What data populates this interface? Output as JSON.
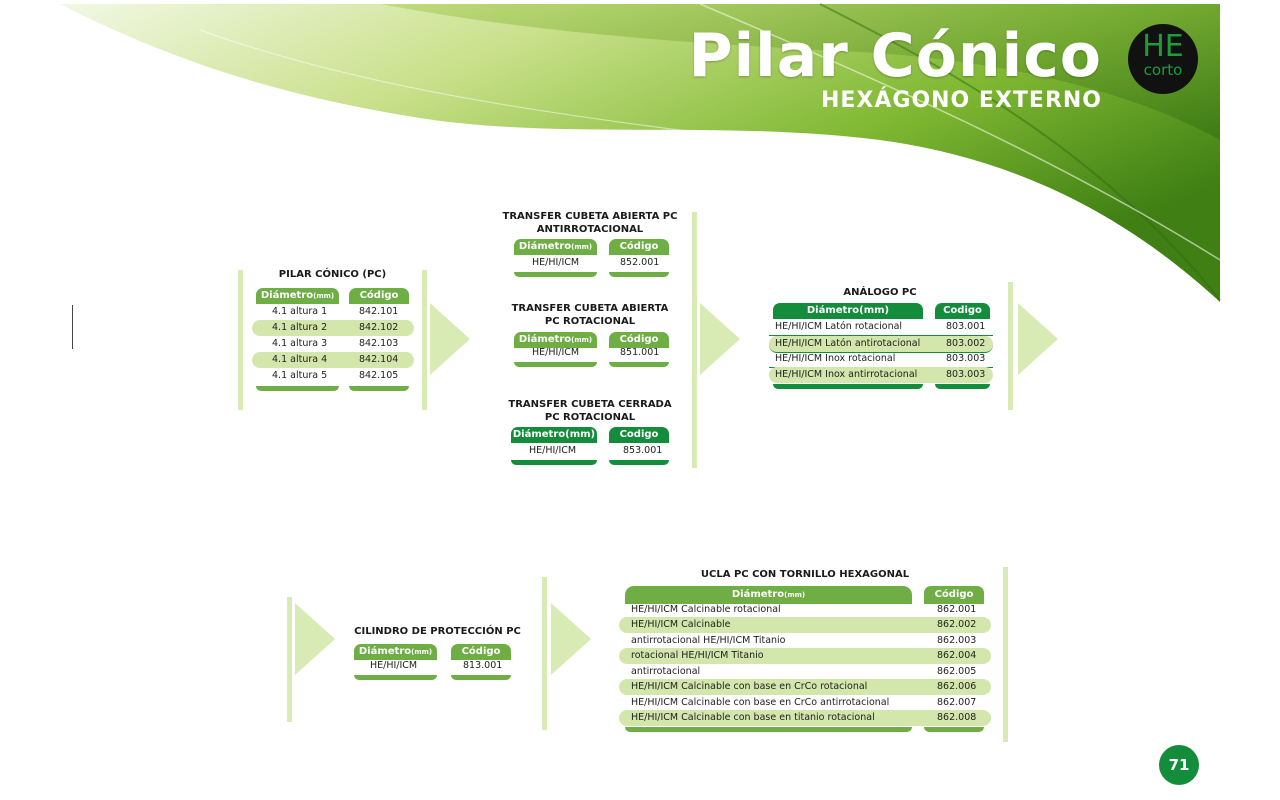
{
  "header": {
    "title": "Pilar Cónico",
    "subtitle": "HEXÁGONO EXTERNO",
    "badge_top": "HE",
    "badge_bottom": "corto"
  },
  "colors": {
    "light_green": "#6fad45",
    "dark_green": "#138d3c",
    "row_highlight": "#d3e6ab",
    "arrow": "#d9ebb4"
  },
  "pilar": {
    "title": "PILAR CÓNICO (PC)",
    "col1": "Diámetro",
    "col1_unit": "(mm)",
    "col2": "Código",
    "rows": [
      {
        "d": "4.1 altura 1",
        "c": "842.101"
      },
      {
        "d": "4.1 altura 2",
        "c": "842.102"
      },
      {
        "d": "4.1 altura 3",
        "c": "842.103"
      },
      {
        "d": "4.1 altura 4",
        "c": "842.104"
      },
      {
        "d": "4.1 altura 5",
        "c": "842.105"
      }
    ]
  },
  "transfer_antirot": {
    "title_l1": "TRANSFER CUBETA ABIERTA PC",
    "title_l2": "ANTIRROTACIONAL",
    "col1": "Diámetro",
    "col1_unit": "(mm)",
    "col2": "Código",
    "d": "HE/HI/ICM",
    "c": "852.001"
  },
  "transfer_rot": {
    "title_l1": "TRANSFER CUBETA ABIERTA",
    "title_l2": "PC ROTACIONAL",
    "col1": "Diámetro",
    "col1_unit": "(mm)",
    "col2": "Código",
    "d": "HE/HI/ICM",
    "c": "851.001"
  },
  "transfer_cerrada": {
    "title_l1": "TRANSFER CUBETA CERRADA",
    "title_l2": "PC ROTACIONAL",
    "col1": "Diámetro(mm)",
    "col2": "Codigo",
    "d": "HE/HI/ICM",
    "c": "853.001"
  },
  "analogo": {
    "title": "ANÁLOGO PC",
    "col1": "Diámetro(mm)",
    "col2": "Codigo",
    "rows": [
      {
        "d": "HE/HI/ICM Latón rotacional",
        "c": "803.001"
      },
      {
        "d": "HE/HI/ICM Latón antirotacional",
        "c": "803.002"
      },
      {
        "d": "HE/HI/ICM Inox rotacional",
        "c": "803.003"
      },
      {
        "d": "HE/HI/ICM Inox antirrotacional",
        "c": "803.003"
      }
    ]
  },
  "cilindro": {
    "title": "CILINDRO DE PROTECCIÓN PC",
    "col1": "Diámetro",
    "col1_unit": "(mm)",
    "col2": "Código",
    "d": "HE/HI/ICM",
    "c": "813.001"
  },
  "ucla": {
    "title": "UCLA PC CON TORNILLO HEXAGONAL",
    "col1": "Diámetro",
    "col1_unit": "(mm)",
    "col2": "Código",
    "rows": [
      {
        "d": "HE/HI/ICM  Calcinable rotacional",
        "c": "862.001"
      },
      {
        "d": "HE/HI/ICM  Calcinable",
        "c": "862.002"
      },
      {
        "d": "antirrotacional HE/HI/ICM Titanio",
        "c": "862.003"
      },
      {
        "d": "rotacional HE/HI/ICM  Titanio",
        "c": "862.004"
      },
      {
        "d": "antirrotacional",
        "c": "862.005"
      },
      {
        "d": "HE/HI/ICM  Calcinable con base en CrCo rotacional",
        "c": "862.006"
      },
      {
        "d": "HE/HI/ICM  Calcinable con base en CrCo antirrotacional",
        "c": "862.007"
      },
      {
        "d": "HE/HI/ICM  Calcinable con base en titanio rotacional",
        "c": "862.008"
      }
    ]
  },
  "page_number": "71"
}
